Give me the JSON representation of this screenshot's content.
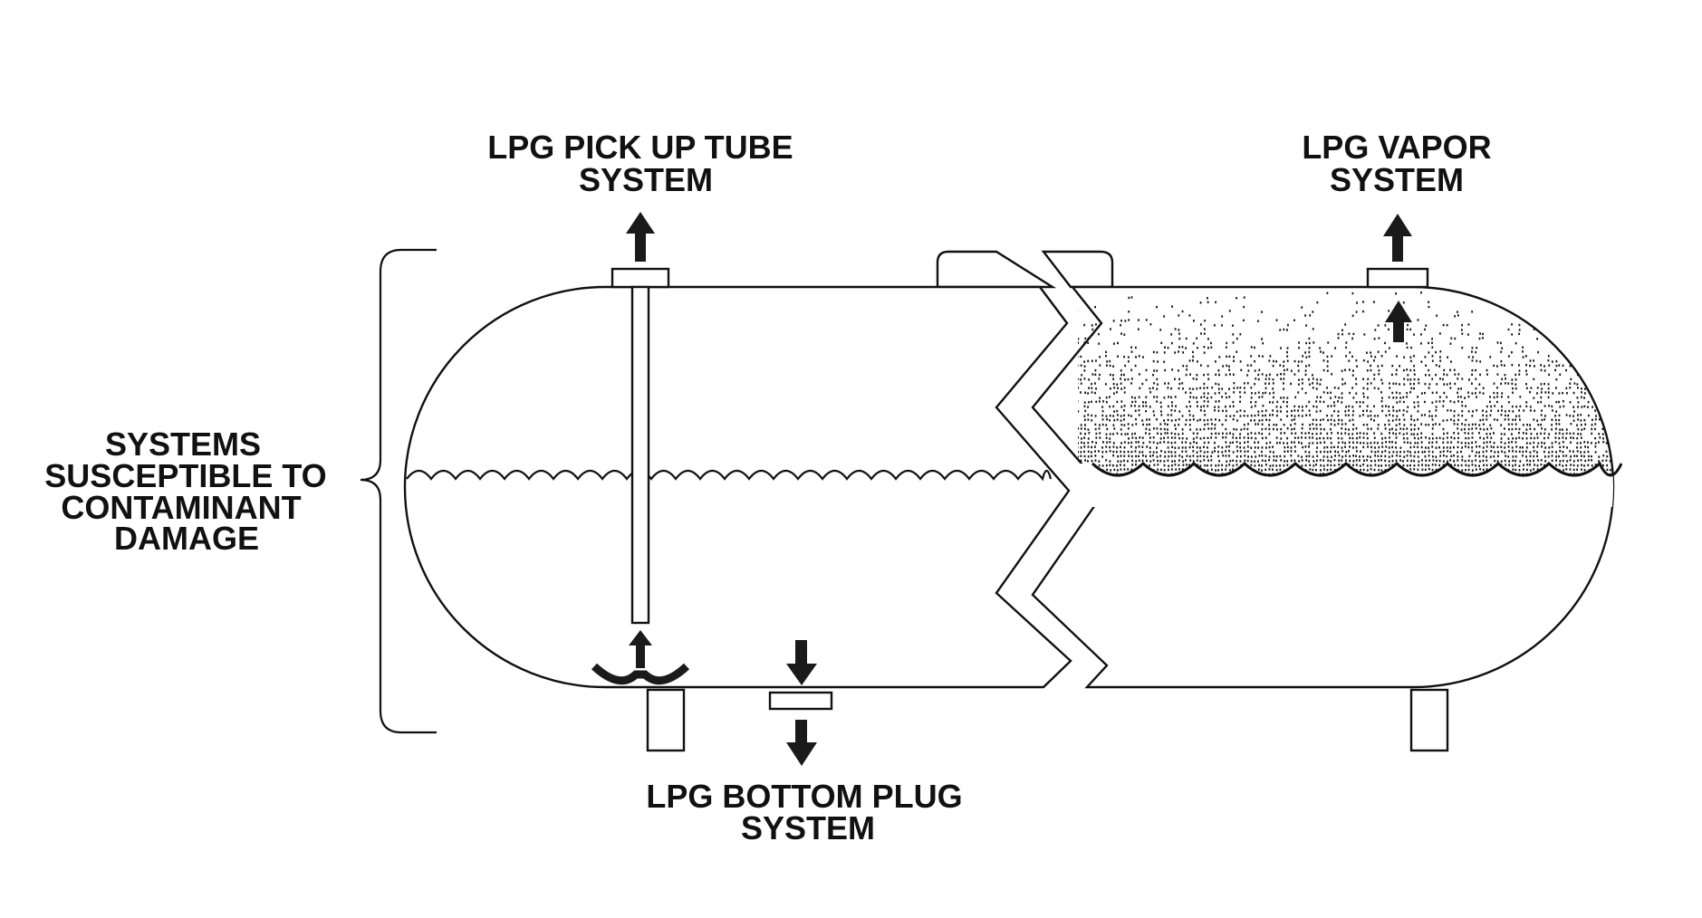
{
  "labels": {
    "pickup": [
      "LPG PICK UP TUBE",
      "SYSTEM"
    ],
    "vapor": [
      "LPG VAPOR",
      "SYSTEM"
    ],
    "bottom_plug": [
      "LPG BOTTOM PLUG",
      "SYSTEM"
    ],
    "systems": [
      "SYSTEMS",
      "SUSCEPTIBLE TO",
      "CONTAMINANT",
      "DAMAGE"
    ]
  },
  "colors": {
    "ink": "#111111",
    "background": "#ffffff",
    "arrow": "#1a1a1a"
  }
}
